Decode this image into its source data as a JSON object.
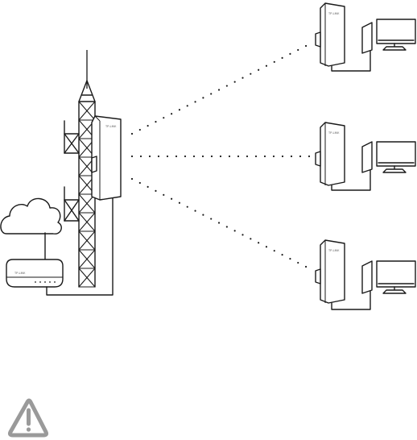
{
  "diagram": {
    "nodes": [
      {
        "id": "internet",
        "icon": "cloud-icon"
      },
      {
        "id": "router",
        "icon": "router-icon",
        "brand_label": "TP-LINK"
      },
      {
        "id": "tower",
        "icon": "lattice-tower-icon"
      },
      {
        "id": "base-cpe",
        "icon": "outdoor-cpe-icon",
        "brand_label": "TP-LINK"
      },
      {
        "id": "client-cpe-1",
        "icon": "outdoor-cpe-icon",
        "brand_label": "TP-LINK"
      },
      {
        "id": "client-cpe-2",
        "icon": "outdoor-cpe-icon",
        "brand_label": "TP-LINK"
      },
      {
        "id": "client-cpe-3",
        "icon": "outdoor-cpe-icon",
        "brand_label": "TP-LINK"
      },
      {
        "id": "client-pc-1",
        "icon": "desktop-computer-icon"
      },
      {
        "id": "client-pc-2",
        "icon": "desktop-computer-icon"
      },
      {
        "id": "client-pc-3",
        "icon": "desktop-computer-icon"
      },
      {
        "id": "warning",
        "icon": "warning-triangle-icon"
      }
    ],
    "links": [
      {
        "from": "internet",
        "to": "router",
        "style": "wired"
      },
      {
        "from": "router",
        "to": "base-cpe",
        "style": "wired"
      },
      {
        "from": "base-cpe",
        "to": "client-cpe-1",
        "style": "wireless"
      },
      {
        "from": "base-cpe",
        "to": "client-cpe-2",
        "style": "wireless"
      },
      {
        "from": "base-cpe",
        "to": "client-cpe-3",
        "style": "wireless"
      },
      {
        "from": "client-cpe-1",
        "to": "client-pc-1",
        "style": "wired"
      },
      {
        "from": "client-cpe-2",
        "to": "client-pc-2",
        "style": "wired"
      },
      {
        "from": "client-cpe-3",
        "to": "client-pc-3",
        "style": "wired"
      }
    ]
  }
}
